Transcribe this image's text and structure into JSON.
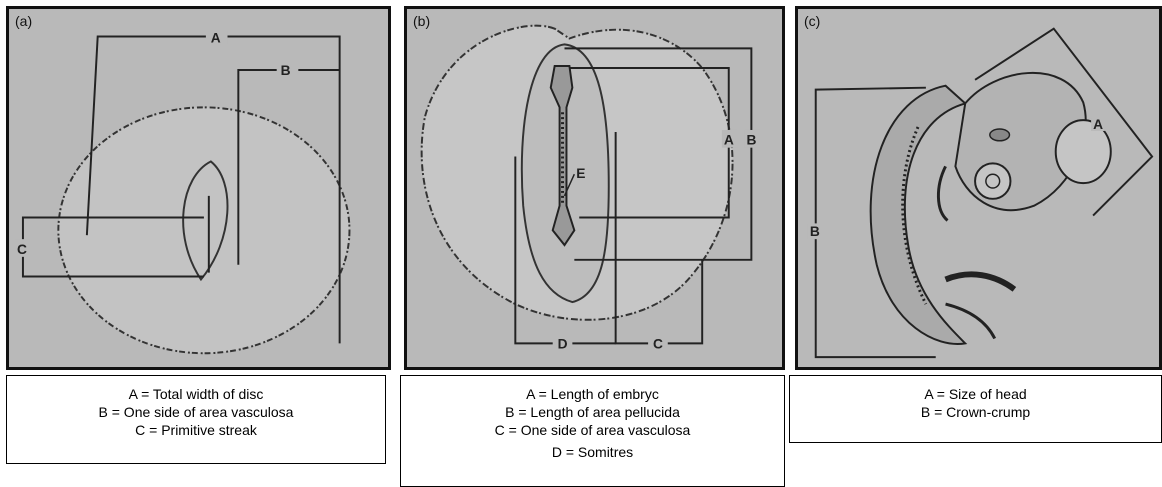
{
  "panels": [
    {
      "label": "(a)",
      "letters": [
        "A",
        "B",
        "C"
      ],
      "caption": [
        "A = Total width of disc",
        "B = One side of area vasculosa",
        "C = Primitive streak"
      ]
    },
    {
      "label": "(b)",
      "letters": [
        "A",
        "B",
        "C",
        "D",
        "E"
      ],
      "caption": [
        "A = Length of embryc",
        "B = Length of area pellucida",
        "C = One side of area vasculosa",
        "D = Somitres"
      ]
    },
    {
      "label": "(c)",
      "letters": [
        "A",
        "B"
      ],
      "caption": [
        "A = Size of head",
        "B = Crown-crump"
      ]
    }
  ]
}
